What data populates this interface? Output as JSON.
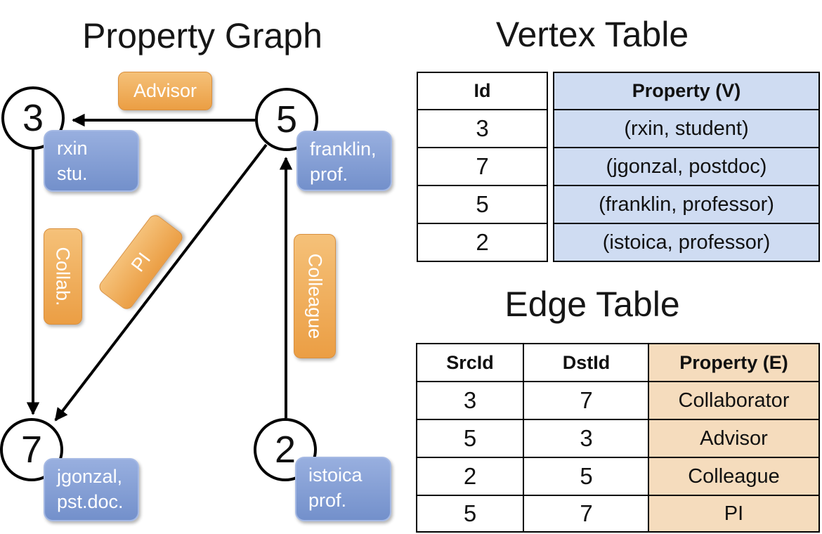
{
  "graph": {
    "title": "Property Graph",
    "nodes": {
      "n3": {
        "id": "3",
        "property": [
          "rxin",
          "stu."
        ]
      },
      "n5": {
        "id": "5",
        "property": [
          "franklin,",
          "prof."
        ]
      },
      "n7": {
        "id": "7",
        "property": [
          "jgonzal,",
          "pst.doc."
        ]
      },
      "n2": {
        "id": "2",
        "property": [
          "istoica",
          "prof."
        ]
      }
    },
    "edge_labels": {
      "advisor": "Advisor",
      "collab": "Collab.",
      "pi": "PI",
      "colleague": "Colleague"
    }
  },
  "vertex_table": {
    "title": "Vertex Table",
    "columns": {
      "id": "Id",
      "property": "Property (V)"
    },
    "rows": [
      {
        "id": "3",
        "property": "(rxin, student)"
      },
      {
        "id": "7",
        "property": "(jgonzal, postdoc)"
      },
      {
        "id": "5",
        "property": "(franklin, professor)"
      },
      {
        "id": "2",
        "property": "(istoica, professor)"
      }
    ]
  },
  "edge_table": {
    "title": "Edge Table",
    "columns": {
      "src": "SrcId",
      "dst": "DstId",
      "property": "Property (E)"
    },
    "rows": [
      {
        "src": "3",
        "dst": "7",
        "property": "Collaborator"
      },
      {
        "src": "5",
        "dst": "3",
        "property": "Advisor"
      },
      {
        "src": "2",
        "dst": "5",
        "property": "Colleague"
      },
      {
        "src": "5",
        "dst": "7",
        "property": "PI"
      }
    ]
  },
  "colors": {
    "orange-top": "#f5c179",
    "orange-bot": "#eb9e44",
    "orange-border": "#d98f3d",
    "blue-top": "#98afdf",
    "blue-bot": "#7390cb",
    "blue-border": "#a5b9e4",
    "vertex-fill": "#cfdcf2",
    "edge-fill": "#f5dcbd",
    "line": "#000000"
  }
}
